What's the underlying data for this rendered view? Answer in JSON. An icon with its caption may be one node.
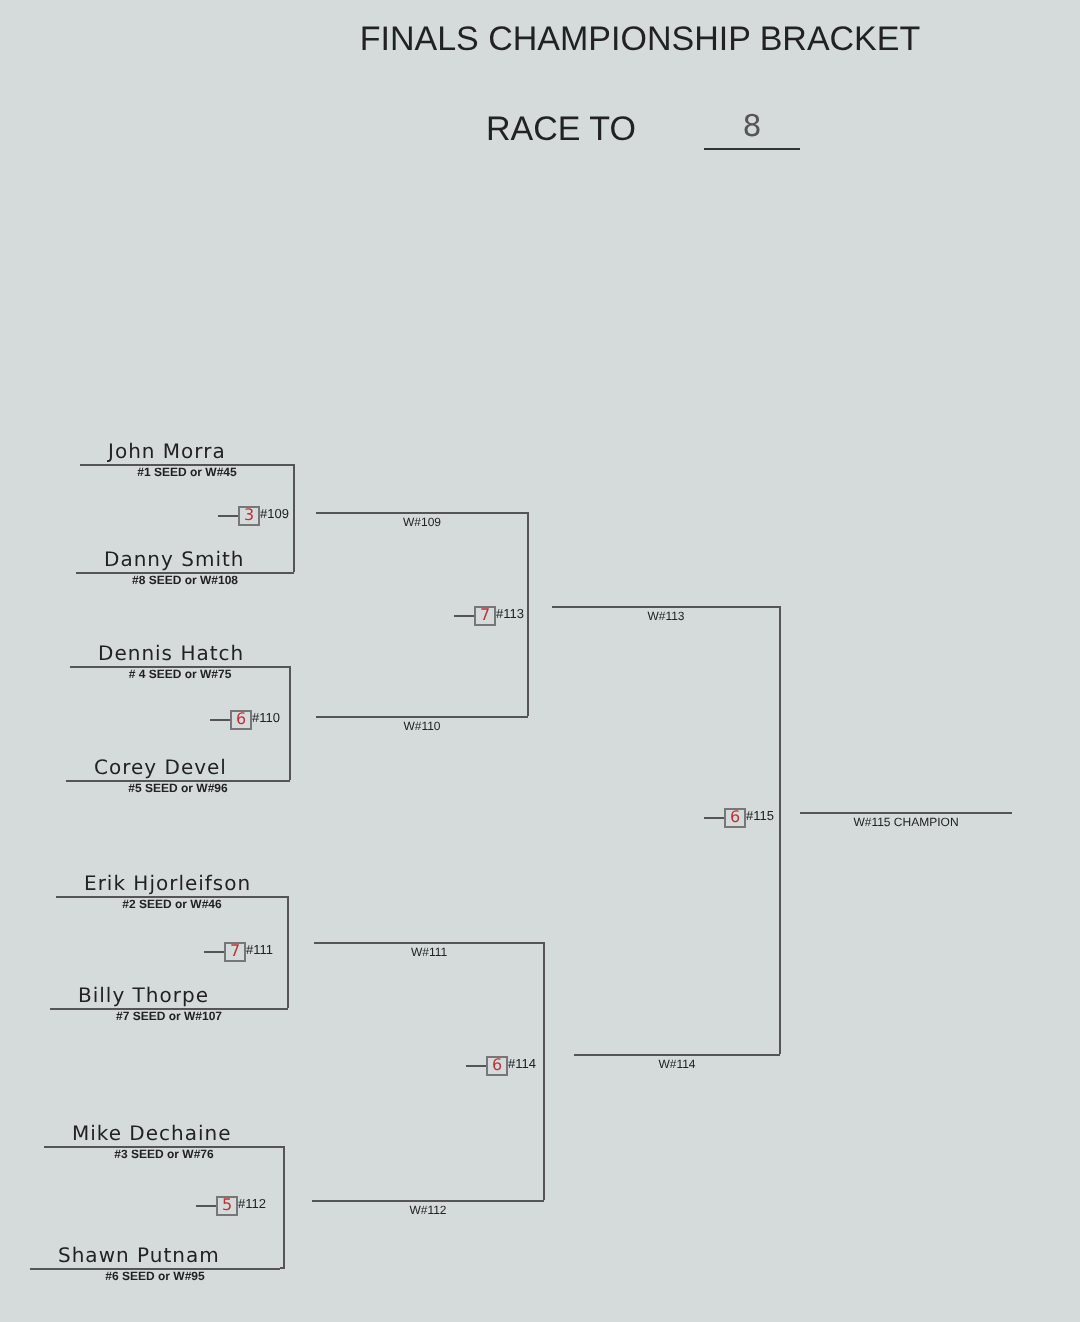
{
  "diagram": {
    "title": "FINALS CHAMPIONSHIP BRACKET",
    "nodes": [
      {
        "text": [
          "John Morra",
          "#1 SEED or W#45"
        ]
      },
      {
        "text": [
          "Danny Smith",
          "#8 SEED or W#108"
        ]
      },
      {
        "text": [
          "3"
        ],
        "beside": [
          "#109"
        ]
      },
      {
        "text": [
          "W#109"
        ]
      },
      {
        "text": [
          "7"
        ],
        "beside": [
          "#113"
        ]
      },
      {
        "text": [
          "W#113"
        ]
      },
      {
        "text": [
          "Dennis Hatch",
          "# 4 SEED or W#75"
        ]
      },
      {
        "text": [
          "Corey Devel",
          "#5 SEED or W#96"
        ]
      },
      {
        "text": [
          "6"
        ],
        "beside": [
          "#110"
        ]
      },
      {
        "text": [
          "W#110"
        ]
      },
      {
        "text": [
          "6"
        ],
        "beside": [
          "#115"
        ]
      },
      {
        "text": [
          "W#115 CHAMPION"
        ]
      },
      {
        "text": [
          "Erik Hjorleifson",
          "#2 SEED or W#46"
        ]
      },
      {
        "text": [
          "Billy Thorpe",
          "#7 SEED or W#107"
        ]
      },
      {
        "text": [
          "7"
        ],
        "beside": [
          "#111"
        ]
      },
      {
        "text": [
          "W#111"
        ]
      },
      {
        "text": [
          "6"
        ],
        "beside": [
          "#114"
        ]
      },
      {
        "text": [
          "W#114"
        ]
      },
      {
        "text": [
          "Mike Dechaine",
          "#3 SEED or W#76"
        ]
      },
      {
        "text": [
          "Shawn Putnam",
          "#6 SEED or W#95"
        ]
      },
      {
        "text": [
          "5"
        ],
        "beside": [
          "#112"
        ]
      },
      {
        "text": [
          "W#112"
        ]
      }
    ],
    "edges": [
      {
        "from": 0,
        "to": 1,
        "arrow": "none"
      },
      {
        "from": 6,
        "to": 7,
        "arrow": "none"
      },
      {
        "from": 12,
        "to": 13,
        "arrow": "none"
      },
      {
        "from": 18,
        "to": 19,
        "arrow": "none"
      },
      {
        "from": 3,
        "to": 9,
        "arrow": "none"
      },
      {
        "from": 15,
        "to": 21,
        "arrow": "none"
      },
      {
        "from": 5,
        "to": 17,
        "arrow": "none"
      },
      {
        "from": null,
        "to": 2,
        "arrow": "none"
      },
      {
        "from": null,
        "to": 4,
        "arrow": "none"
      },
      {
        "from": null,
        "to": 8,
        "arrow": "none"
      },
      {
        "from": null,
        "to": 10,
        "arrow": "none"
      },
      {
        "from": null,
        "to": 14,
        "arrow": "none"
      },
      {
        "from": null,
        "to": 16,
        "arrow": "none"
      },
      {
        "from": null,
        "to": 20,
        "arrow": "none"
      }
    ],
    "labels": [
      "RACE TO",
      "8"
    ]
  }
}
